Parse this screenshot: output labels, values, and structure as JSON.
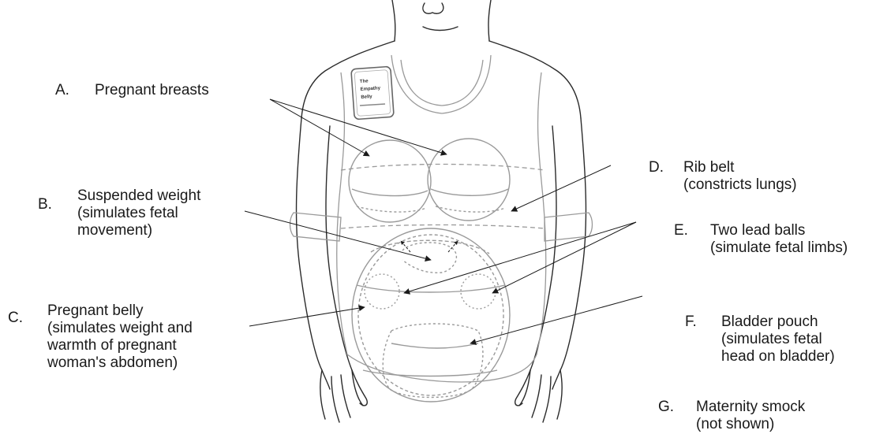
{
  "labels": [
    {
      "id": "a",
      "letter": "A.",
      "lines": [
        "Pregnant breasts"
      ]
    },
    {
      "id": "b",
      "letter": "B.",
      "lines": [
        "Suspended weight",
        "(simulates fetal",
        "movement)"
      ]
    },
    {
      "id": "c",
      "letter": "C.",
      "lines": [
        "Pregnant belly",
        "(simulates weight and",
        "warmth of pregnant",
        "woman's abdomen)"
      ]
    },
    {
      "id": "d",
      "letter": "D.",
      "lines": [
        "Rib belt",
        "(constricts lungs)"
      ]
    },
    {
      "id": "e",
      "letter": "E.",
      "lines": [
        "Two lead balls",
        "(simulate fetal limbs)"
      ]
    },
    {
      "id": "f",
      "letter": "F.",
      "lines": [
        "Bladder pouch",
        "(simulates fetal",
        "head on bladder)"
      ]
    },
    {
      "id": "g",
      "letter": "G.",
      "lines": [
        "Maternity smock",
        "(not shown)"
      ]
    }
  ],
  "patch": {
    "lines": [
      "The",
      "Empathy",
      "Belly"
    ]
  },
  "colors": {
    "stroke": "#2b2b2b",
    "garment": "#9a9a9a",
    "dotted": "#8a8a8a",
    "text": "#1a1a1a"
  }
}
